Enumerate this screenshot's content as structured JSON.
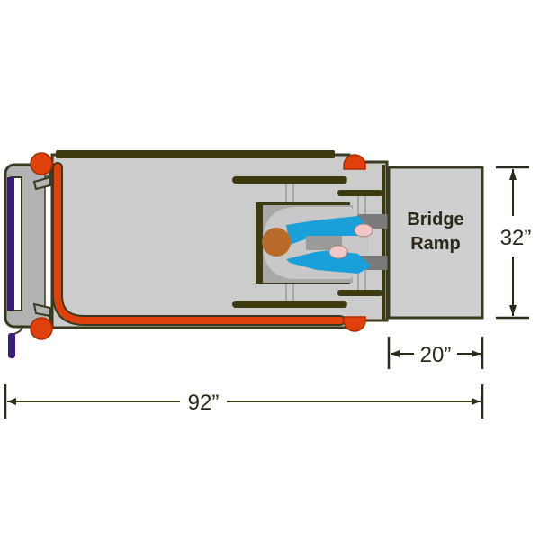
{
  "diagram": {
    "ramp_label_line1": "Bridge",
    "ramp_label_line2": "Ramp",
    "dimensions": {
      "total_length": "92”",
      "ramp_width": "32”",
      "ramp_depth": "20”"
    },
    "colors": {
      "platform": "#cccccc",
      "outline": "#3a3a1e",
      "rail": "#3d3a10",
      "accent_red": "#e0400a",
      "purple_handle": "#3a1a7a",
      "shirt_blue": "#1aa0d8",
      "hair_brown": "#b86a2a",
      "ramp_fill": "#cfcfcf"
    }
  }
}
